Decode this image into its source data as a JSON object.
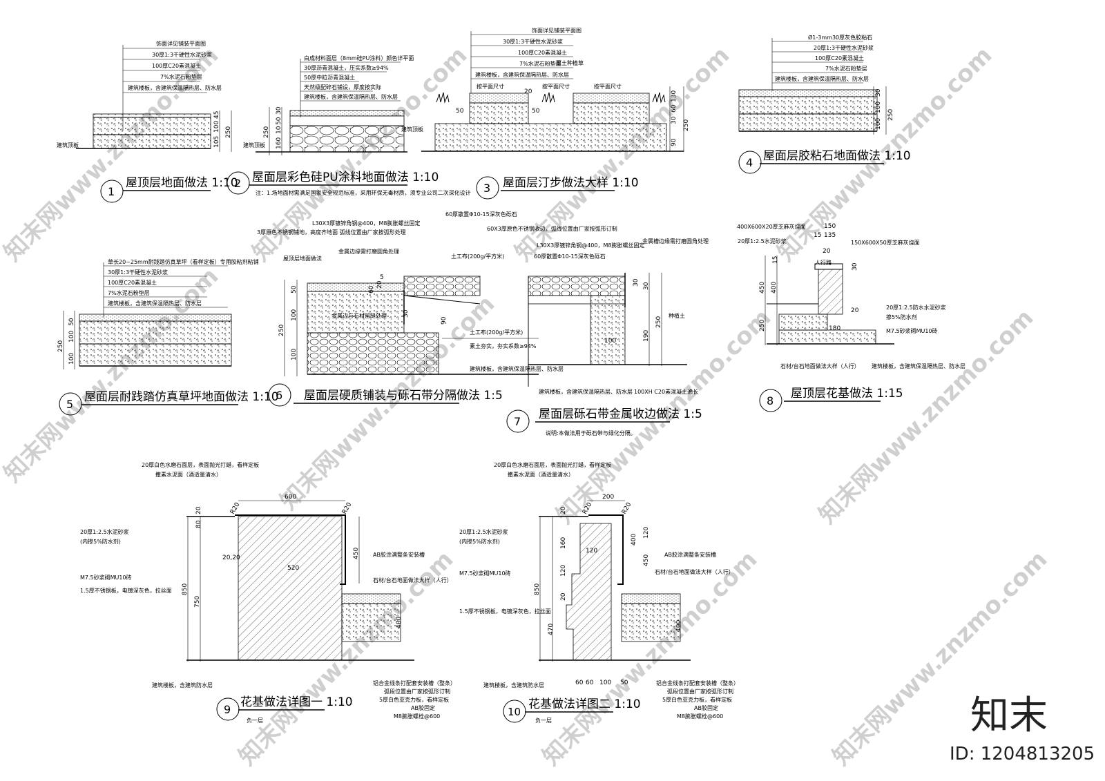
{
  "details": [
    {
      "num": "1",
      "title": "屋顶层地面做法 1:10",
      "layers": [
        "饰面详见铺装平面图",
        "30厚1:3干硬性水泥砂浆",
        "100厚C20素混凝土",
        "7%水泥石粉垫层",
        "建筑楼板，含建筑保温隔热层、防水层"
      ],
      "base": "建筑顶板",
      "dims": [
        "45",
        "100",
        "105",
        "250"
      ]
    },
    {
      "num": "2",
      "title": "屋面层彩色硅PU涂料地面做法 1:10",
      "layers": [
        "白成材料面层（8mm硅PU涂料）颜色详平面",
        "30厚沥青混凝土，压实系数≥94%",
        "50厚中粒沥青混凝土",
        "天然级配碎石铺设，厚度按实际",
        "建筑楼板，含建筑保温隔热层、防水层"
      ],
      "base": "建筑顶板",
      "dims": [
        "30",
        "50",
        "10",
        "160",
        "250"
      ],
      "note": "注：1.场地面材需满足国家安全规范标准，采用环保无毒材质，须专业公司二次深化设计"
    },
    {
      "num": "3",
      "title": "屋面层汀步做法大样 1:10",
      "layers": [
        "饰面详见铺装平面图",
        "30厚1:3干硬性水泥砂浆",
        "100厚C20素混凝土",
        "7%水泥石粉垫层",
        "建筑楼板，含建筑保温隔热层、防水层"
      ],
      "labels": [
        "覆土种植草",
        "按平面尺寸",
        "按平面尺寸",
        "按平面尺寸"
      ],
      "dims": [
        "20",
        "50",
        "50",
        "130",
        "60",
        "30",
        "90",
        "250"
      ]
    },
    {
      "num": "4",
      "title": "屋面层胶粘石地面做法 1:10",
      "layers": [
        "Ø1-3mm30厚灰色胶粘石",
        "20厚1:3干硬性水泥砂浆",
        "100厚C20素混凝土",
        "7%水泥石粉垫层",
        "建筑楼板，含建筑保温隔热层、防水层"
      ],
      "dims": [
        "30",
        "100",
        "100",
        "250"
      ]
    },
    {
      "num": "5",
      "title": "屋面层耐践踏仿真草坪地面做法 1:10",
      "layers": [
        "草长20~25mm耐践踏仿真草坪（看样定板）专用胶粘剂粘铺",
        "30厚1:3干硬性水泥砂浆",
        "100厚C20素混凝土",
        "7%水泥石粉垫层",
        "建筑楼板，含建筑保温隔热层、防水层"
      ],
      "dims": [
        "50",
        "100",
        "100",
        "250"
      ]
    },
    {
      "num": "6",
      "title": "屋面层硬质铺装与砾石带分隔做法 1:5",
      "layers": [
        "60厚散置Φ10-15深灰色砾石",
        "L30X3厚镀锌角钢@400，M8膨胀螺丝固定",
        "3厚原色不锈钢铺地，高度齐地面  弧线位置由厂家按弧形处理",
        "屋顶层地面做法",
        "金属边缘需打磨圆角处理",
        "土工布(200g/平方米)",
        "金属边与石材留缝处理",
        "土工布(200g/平方米)",
        "素土夯实，夯实系数≥94%",
        "建筑楼板，含建筑保温隔热层、防水层"
      ],
      "dims": [
        "50",
        "100",
        "250",
        "100",
        "60",
        "20",
        "30",
        "90",
        "5"
      ]
    },
    {
      "num": "7",
      "title": "屋面层砾石带金属收边做法 1:5",
      "layers": [
        "60X3厚原色不锈钢收边，弧线位置由厂家按弧形订制",
        "L30X3厚镀锌角钢@400，M8膨胀螺丝固定",
        "60厚散置Φ10-15深灰色砾石",
        "金属槽边缘需打磨圆角处理",
        "种植土",
        "建筑楼板，含建筑保温隔热层、防水层",
        "100XH C20素混凝土通长"
      ],
      "dims": [
        "30",
        "190",
        "250",
        "100",
        "30"
      ],
      "note": "说明:本做法用于砾石带与绿化分隔。"
    },
    {
      "num": "8",
      "title": "屋顶层花基做法 1:15",
      "layers": [
        "400X600X20厚芝麻灰烧面",
        "20厚1:2.5水泥砂浆",
        "150X600X50厚芝麻灰烧面",
        "人行路",
        "20厚1:2.5防水水泥砂浆",
        "掺5%防水剂",
        "M7.5砂浆砌MU10砖",
        "建筑楼板，含建筑保温隔热层、防水层",
        "石材/台石地面做法大样（人行）"
      ],
      "dims": [
        "150",
        "15",
        "135",
        "20",
        "30",
        "15",
        "450",
        "400",
        "20",
        "250",
        "180"
      ]
    },
    {
      "num": "9",
      "title": "花基做法详图一 1:10",
      "layers": [
        "20厚白色水磨石面层，表面抛光打蜡，看样定板",
        "撒素水泥面（酒适量清水）",
        "20厚1:2.5水泥砂浆",
        "(内掺5%防水剂)",
        "AB胶涂满整条安装槽",
        "石材/台石地面做法大样（人行）",
        "M7.5砂浆砌MU10砖",
        "1.5厚不锈钢板，电镀深灰色，拉丝面",
        "建筑楼板，含建筑防水层",
        "铝合金线条打配套安装槽（整条）",
        "弧段位置由厂家按弧形订制",
        "5厚白色亚克力板，看样定板",
        "AB胶固定",
        "M8膨胀螺栓@600"
      ],
      "dims": [
        "600",
        "R20",
        "R20",
        "20",
        "80",
        "20,20",
        "520",
        "450",
        "400",
        "850",
        "750"
      ],
      "sub": "负一层"
    },
    {
      "num": "10",
      "title": "花基做法详图二 1:10",
      "layers": [
        "20厚白色水磨石面层，表面抛光打蜡，看样定板",
        "撒素水泥面（酒适量清水）",
        "20厚1:2.5水泥砂浆",
        "(内掺5%防水剂)",
        "AB胶涂满整条安装槽",
        "石材/台石地面做法大样（人行）",
        "M7.5砂浆砌MU10砖",
        "1.5厚不锈钢板，电镀深灰色，拉丝面",
        "建筑楼板，含建筑防水层",
        "铝合金线条打配套安装槽（整条）",
        "弧段位置由厂家按弧形订制",
        "5厚白色亚克力板，看样定板",
        "AB胶固定",
        "M8膨胀螺栓@600"
      ],
      "dims": [
        "200",
        "R20",
        "R20",
        "20",
        "160",
        "120",
        "120",
        "20",
        "120",
        "470",
        "850",
        "400",
        "450",
        "400",
        "60",
        "60",
        "100",
        "50"
      ],
      "sub": "负一层"
    }
  ],
  "brand": {
    "logo": "知末",
    "id": "ID: 1204813205"
  },
  "watermark": "知末网www.znzmo.com"
}
